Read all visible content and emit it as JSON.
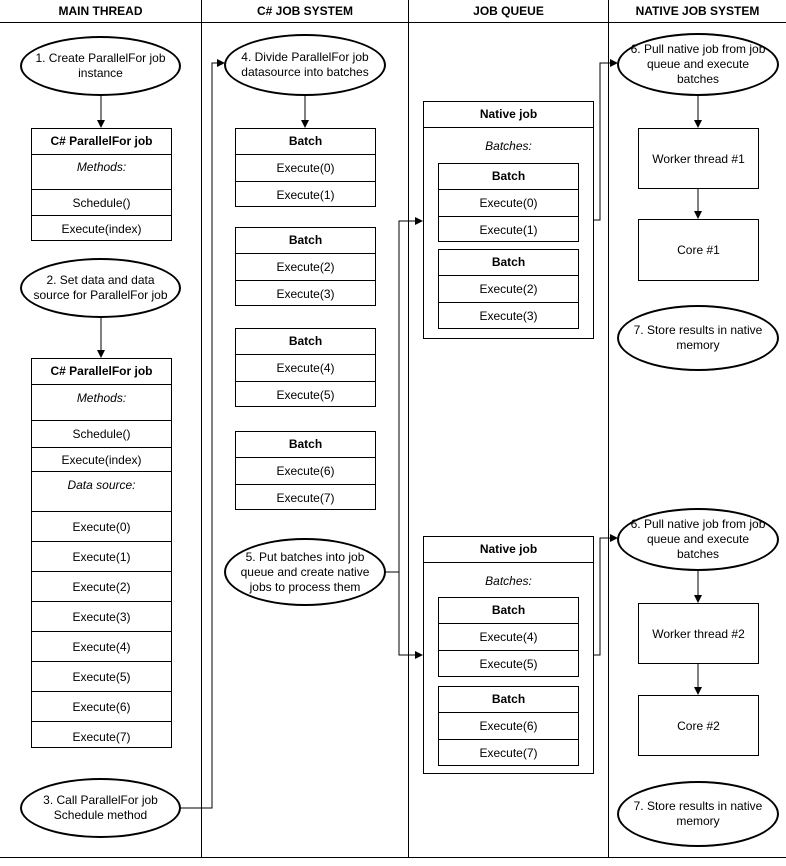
{
  "lanes": [
    "MAIN THREAD",
    "C# JOB SYSTEM",
    "JOB QUEUE",
    "NATIVE JOB SYSTEM"
  ],
  "main": {
    "step1": "1. Create ParallelFor job instance",
    "box1": {
      "title": "C# ParallelFor job",
      "methods_label": "Methods:",
      "methods": [
        "Schedule()",
        "Execute(index)"
      ]
    },
    "step2": "2. Set data and data source for ParallelFor job",
    "box2": {
      "title": "C# ParallelFor job",
      "methods_label": "Methods:",
      "methods": [
        "Schedule()",
        "Execute(index)"
      ],
      "source_label": "Data source:",
      "source": [
        "Execute(0)",
        "Execute(1)",
        "Execute(2)",
        "Execute(3)",
        "Execute(4)",
        "Execute(5)",
        "Execute(6)",
        "Execute(7)"
      ]
    },
    "step3": "3. Call ParallelFor job Schedule method"
  },
  "csharp": {
    "step4": "4. Divide ParallelFor job datasource into batches",
    "batches": [
      {
        "title": "Batch",
        "rows": [
          "Execute(0)",
          "Execute(1)"
        ]
      },
      {
        "title": "Batch",
        "rows": [
          "Execute(2)",
          "Execute(3)"
        ]
      },
      {
        "title": "Batch",
        "rows": [
          "Execute(4)",
          "Execute(5)"
        ]
      },
      {
        "title": "Batch",
        "rows": [
          "Execute(6)",
          "Execute(7)"
        ]
      }
    ],
    "step5": "5. Put batches into job queue and create native jobs to process them"
  },
  "queue": {
    "jobs": [
      {
        "title": "Native job",
        "batches_label": "Batches:",
        "batches": [
          {
            "title": "Batch",
            "rows": [
              "Execute(0)",
              "Execute(1)"
            ]
          },
          {
            "title": "Batch",
            "rows": [
              "Execute(2)",
              "Execute(3)"
            ]
          }
        ]
      },
      {
        "title": "Native job",
        "batches_label": "Batches:",
        "batches": [
          {
            "title": "Batch",
            "rows": [
              "Execute(4)",
              "Execute(5)"
            ]
          },
          {
            "title": "Batch",
            "rows": [
              "Execute(6)",
              "Execute(7)"
            ]
          }
        ]
      }
    ]
  },
  "native": {
    "step6a": "6. Pull native job from job queue and execute batches",
    "worker1": "Worker thread #1",
    "core1": "Core #1",
    "step7a": "7. Store results in native memory",
    "step6b": "6. Pull native job from job queue and execute batches",
    "worker2": "Worker thread #2",
    "core2": "Core #2",
    "step7b": "7. Store results in native memory"
  }
}
